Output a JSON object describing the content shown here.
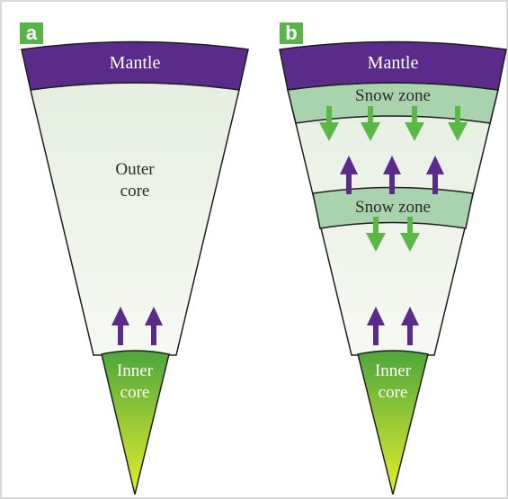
{
  "panels": {
    "a": {
      "tag": "a",
      "mantle_label": "Mantle",
      "outer_core_label_line1": "Outer",
      "outer_core_label_line2": "core",
      "inner_core_label_line1": "Inner",
      "inner_core_label_line2": "core"
    },
    "b": {
      "tag": "b",
      "mantle_label": "Mantle",
      "snow_zone_upper_label": "Snow zone",
      "snow_zone_lower_label": "Snow zone",
      "inner_core_label_line1": "Inner",
      "inner_core_label_line2": "core"
    }
  },
  "colors": {
    "mantle": "#5b2b8c",
    "outer_core_top": "#e6eee1",
    "outer_core_bottom": "#f6f9f3",
    "snow_zone": "#a9d3ad",
    "inner_core_top": "#4ea63c",
    "inner_core_bottom": "#e3ee2c",
    "arrow_up": "#5b2b8c",
    "arrow_down": "#5ab846",
    "tag_bg": "#59b34a",
    "outline": "#1e1e1e"
  },
  "icons": {
    "up_arrow": "arrow-up-icon",
    "down_arrow": "arrow-down-icon"
  }
}
